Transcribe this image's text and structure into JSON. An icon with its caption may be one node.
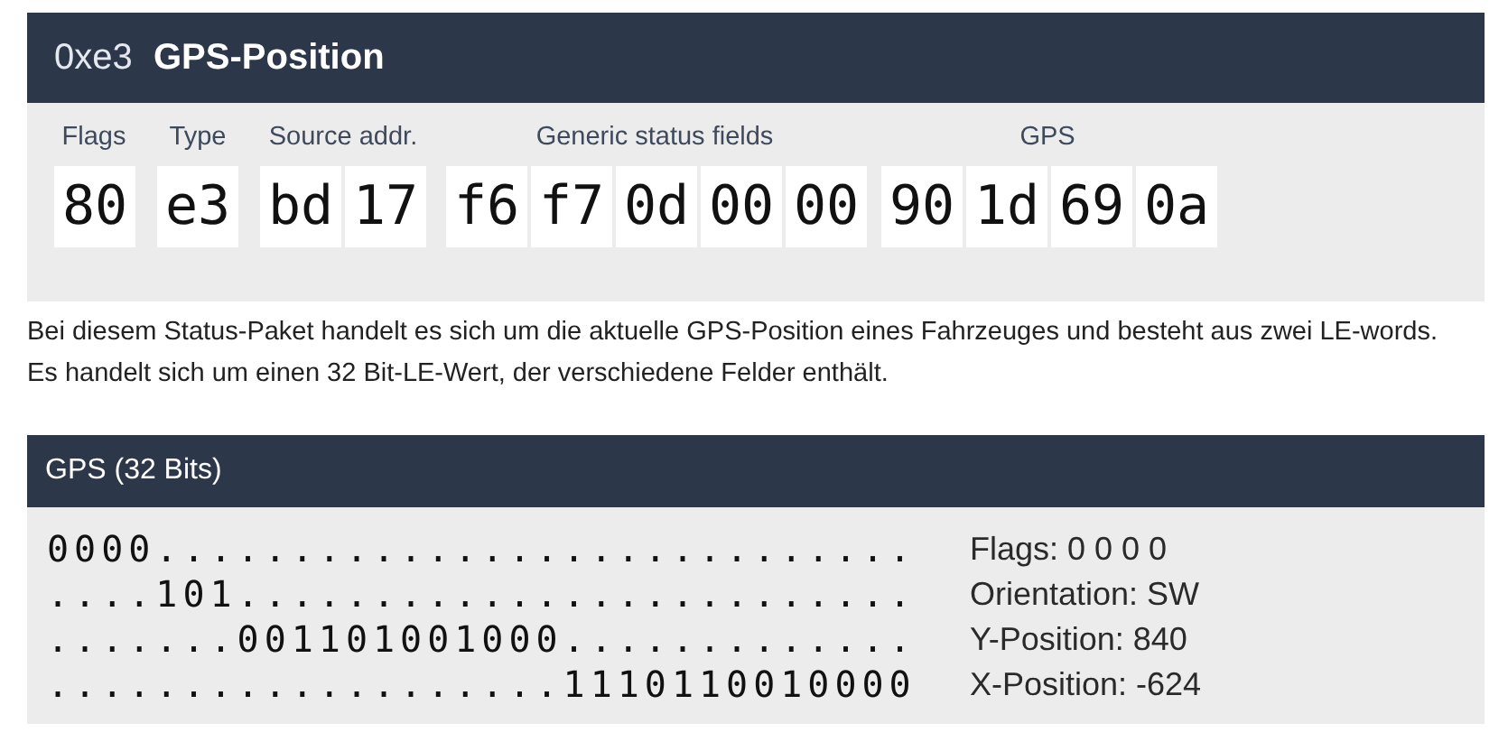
{
  "diagram": {
    "nodes": [
      {
        "text": [
          "0xe3",
          "GPS-Position"
        ]
      },
      {
        "text": [
          "Flags",
          "Type",
          "Source addr.",
          "Generic status fields",
          "GPS"
        ]
      },
      {
        "text": [
          "80"
        ],
        "in": 1
      },
      {
        "text": [
          "e3"
        ],
        "in": 1
      },
      {
        "text": [
          "bd"
        ],
        "in": 1
      },
      {
        "text": [
          "17"
        ],
        "in": 1
      },
      {
        "text": [
          "f6"
        ],
        "in": 1
      },
      {
        "text": [
          "f7"
        ],
        "in": 1
      },
      {
        "text": [
          "0d"
        ],
        "in": 1
      },
      {
        "text": [
          "00"
        ],
        "in": 1
      },
      {
        "text": [
          "00"
        ],
        "in": 1
      },
      {
        "text": [
          "90"
        ],
        "in": 1
      },
      {
        "text": [
          "1d"
        ],
        "in": 1
      },
      {
        "text": [
          "69"
        ],
        "in": 1
      },
      {
        "text": [
          "0a"
        ],
        "in": 1
      },
      {
        "text": [
          "GPS (32 Bits)"
        ]
      },
      {
        "text": [
          "0000............................",
          "Flags: 0 0 0 0",
          "....101.........................",
          "Orientation: SW",
          ".......001101001000.............",
          "Y-Position: 840",
          "...................1110110010000",
          "X-Position: -624"
        ]
      }
    ],
    "labels": [
      "Bei diesem Status-Paket handelt es sich um die aktuelle GPS-Position eines Fahrzeuges und besteht aus zwei LE-words.",
      "Es handelt sich um einen 32 Bit-LE-Wert, der verschiedene Felder enthält."
    ]
  }
}
